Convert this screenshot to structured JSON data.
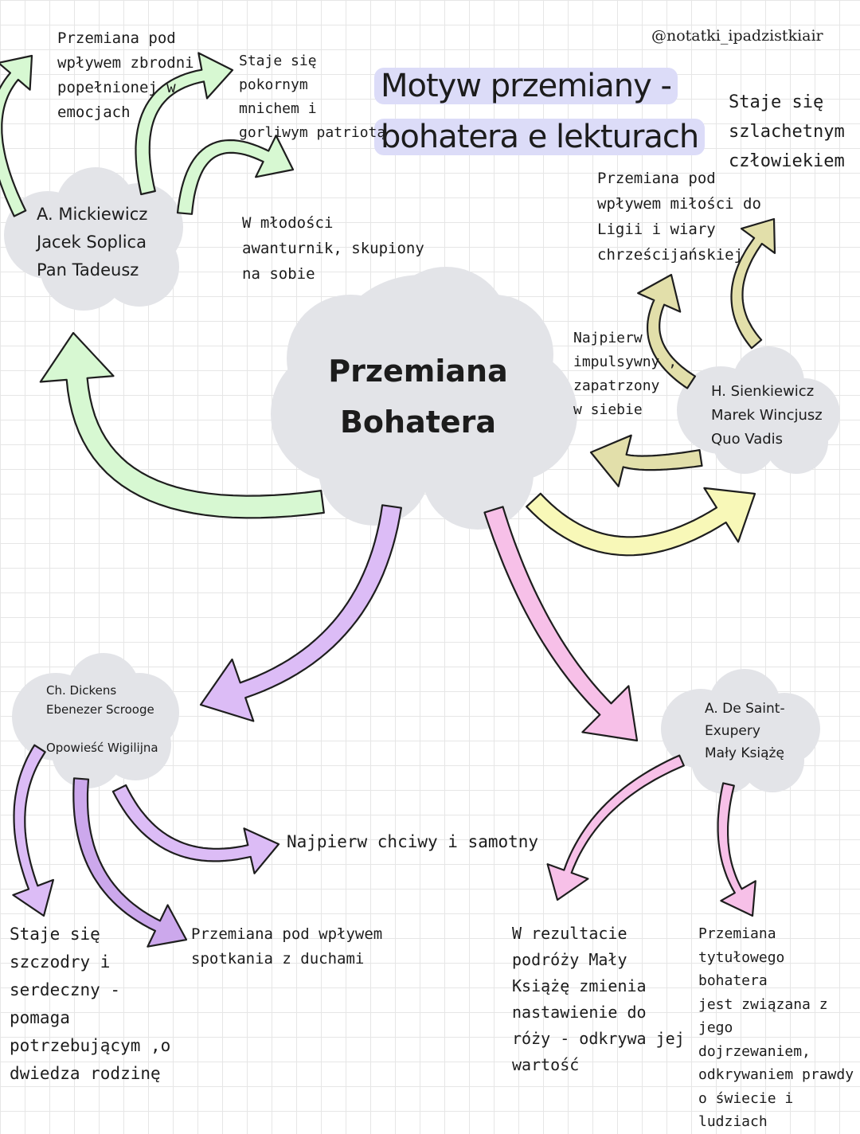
{
  "header": {
    "title": "Motyw przemiany -\nbohatera e lekturach",
    "handle": "@notatki_ipadzistkiair"
  },
  "center": {
    "label": "Przemiana\nBohatera"
  },
  "mickiewicz": {
    "node": "A. Mickiewicz\nJacek Soplica\nPan Tadeusz",
    "change": "Przemiana pod\nwpływem zbrodni\npopełnionej w\nemocjach",
    "after": "Staje się\npokornym\nmnichem i\ngorliwym patriotą",
    "before": "W młodości\nawanturnik, skupiony\nna sobie"
  },
  "sienkiewicz": {
    "node": "H. Sienkiewicz\nMarek Wincjusz\nQuo Vadis",
    "after": "Staje się\nszlachetnym\nczłowiekiem",
    "change": "Przemiana pod\nwpływem miłości do\nLigii i wiary\nchrześcijańskiej",
    "before": "Najpierw\nimpulsywny ,\nzapatrzony\nw siebie"
  },
  "dickens": {
    "node": "Ch. Dickens\nEbenezer Scrooge\n\nOpowieść Wigilijna",
    "before": "Najpierw chciwy i samotny",
    "change": "Przemiana pod wpływem\nspotkania z duchami",
    "after": "Staje się\nszczodry i\nserdeczny -\npomaga\npotrzebującym ,o\ndwiedza rodzinę"
  },
  "exupery": {
    "node": "A. De Saint-\nExupery\nMały Książę",
    "journey": "W rezultacie\npodróży Mały\nKsiążę zmienia\nnastawienie do\nróży - odkrywa jej\nwartość",
    "maturing": "Przemiana\ntytułowego bohatera\njest związana z jego\ndojrzewaniem,\nodkrywaniem prawdy\no świecie i ludziach"
  },
  "colors": {
    "green": "#d7f8d2",
    "yellow": "#f8f8b8",
    "khaki": "#e2dfaa",
    "purple": "#dcbcf6",
    "purple_dark": "#cca8ec",
    "pink": "#f7c0e8",
    "cloud": "#e3e4e8",
    "title_highlight": "#dcdcf8"
  }
}
